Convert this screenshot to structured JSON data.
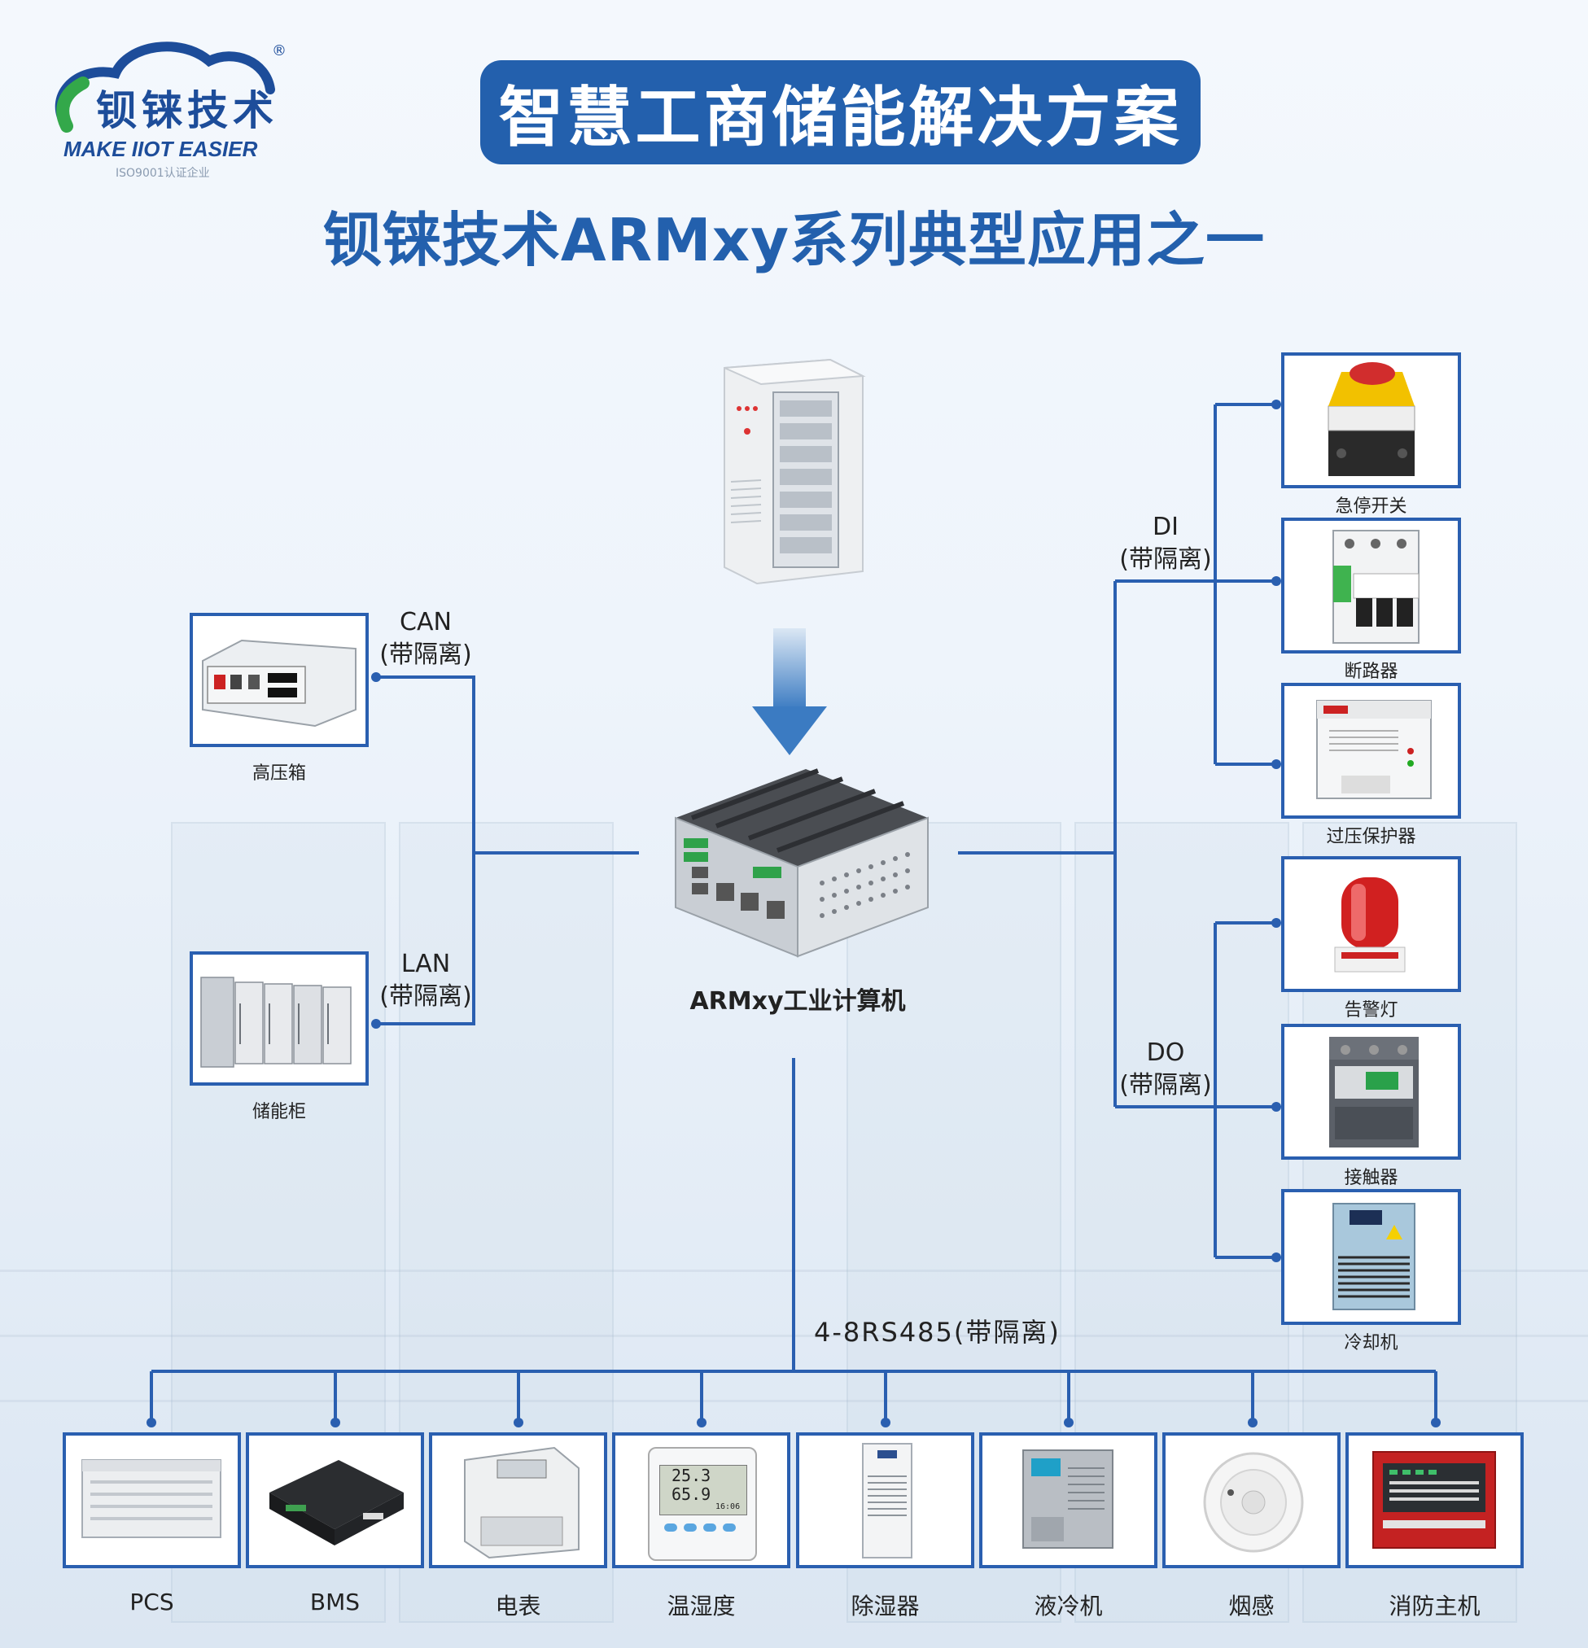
{
  "logo": {
    "name": "钡铼技术",
    "slogan": "MAKE IIOT EASIER",
    "iso": "ISO9001认证企业",
    "registered": "®"
  },
  "title": "智慧工商储能解决方案",
  "subtitle": "钡铼技术ARMxy系列典型应用之一",
  "center_device": {
    "label": "ARMxy工业计算机"
  },
  "left_links": [
    {
      "protocol": "CAN",
      "isolation": "(带隔离)",
      "device": "高压箱"
    },
    {
      "protocol": "LAN",
      "isolation": "(带隔离)",
      "device": "储能柜"
    }
  ],
  "right_groups": [
    {
      "protocol": "DI",
      "isolation": "(带隔离)",
      "devices": [
        "急停开关",
        "断路器",
        "过压保护器"
      ]
    },
    {
      "protocol": "DO",
      "isolation": "(带隔离)",
      "devices": [
        "告警灯",
        "接触器",
        "冷却机"
      ]
    }
  ],
  "bus": {
    "label": "4-8RS485(带隔离)",
    "devices": [
      "PCS",
      "BMS",
      "电表",
      "温湿度",
      "除湿器",
      "液冷机",
      "烟感",
      "消防主机"
    ]
  },
  "meter_readings": {
    "temp": "25.3",
    "humidity": "65.9",
    "time": "16:06"
  },
  "colors": {
    "primary": "#2360ad",
    "line": "#2a5fb0"
  },
  "icons": [
    "arrow-down-icon",
    "logo-cloud-icon"
  ]
}
